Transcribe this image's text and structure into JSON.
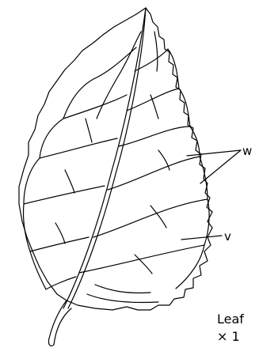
{
  "figure": {
    "label_w": "w",
    "label_v": "v",
    "caption_title": "Leaf",
    "caption_scale": "× 1"
  },
  "colors": {
    "line": "#000000",
    "background": "#ffffff"
  }
}
